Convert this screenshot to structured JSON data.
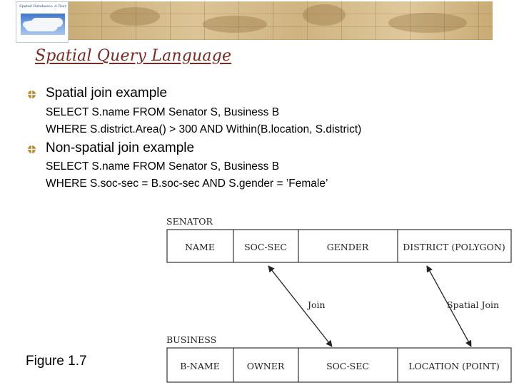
{
  "slide": {
    "title": "Spatial Query Language",
    "colors": {
      "title": "#7a2a22",
      "bullet": "#b8892a"
    }
  },
  "logo": {
    "name": "logo",
    "icon": "cloud-sky-logo-icon"
  },
  "bullets": [
    {
      "heading": "Spatial join example",
      "lines": [
        "SELECT S.name FROM Senator S, Business B",
        "WHERE S.district.Area() > 300 AND Within(B.location, S.district)"
      ]
    },
    {
      "heading": "Non-spatial join example",
      "lines": [
        "SELECT S.name FROM Senator S, Business B",
        "WHERE S.soc-sec = B.soc-sec AND S.gender = ’Female’"
      ]
    }
  ],
  "figure": {
    "caption": "Figure 1.7",
    "senator": {
      "label": "SENATOR",
      "columns": [
        "NAME",
        "SOC-SEC",
        "GENDER",
        "DISTRICT (POLYGON)"
      ]
    },
    "business": {
      "label": "BUSINESS",
      "columns": [
        "B-NAME",
        "OWNER",
        "SOC-SEC",
        "LOCATION (POINT)"
      ]
    },
    "join_label": "Join",
    "spatial_join_label": "Spatial Join"
  }
}
